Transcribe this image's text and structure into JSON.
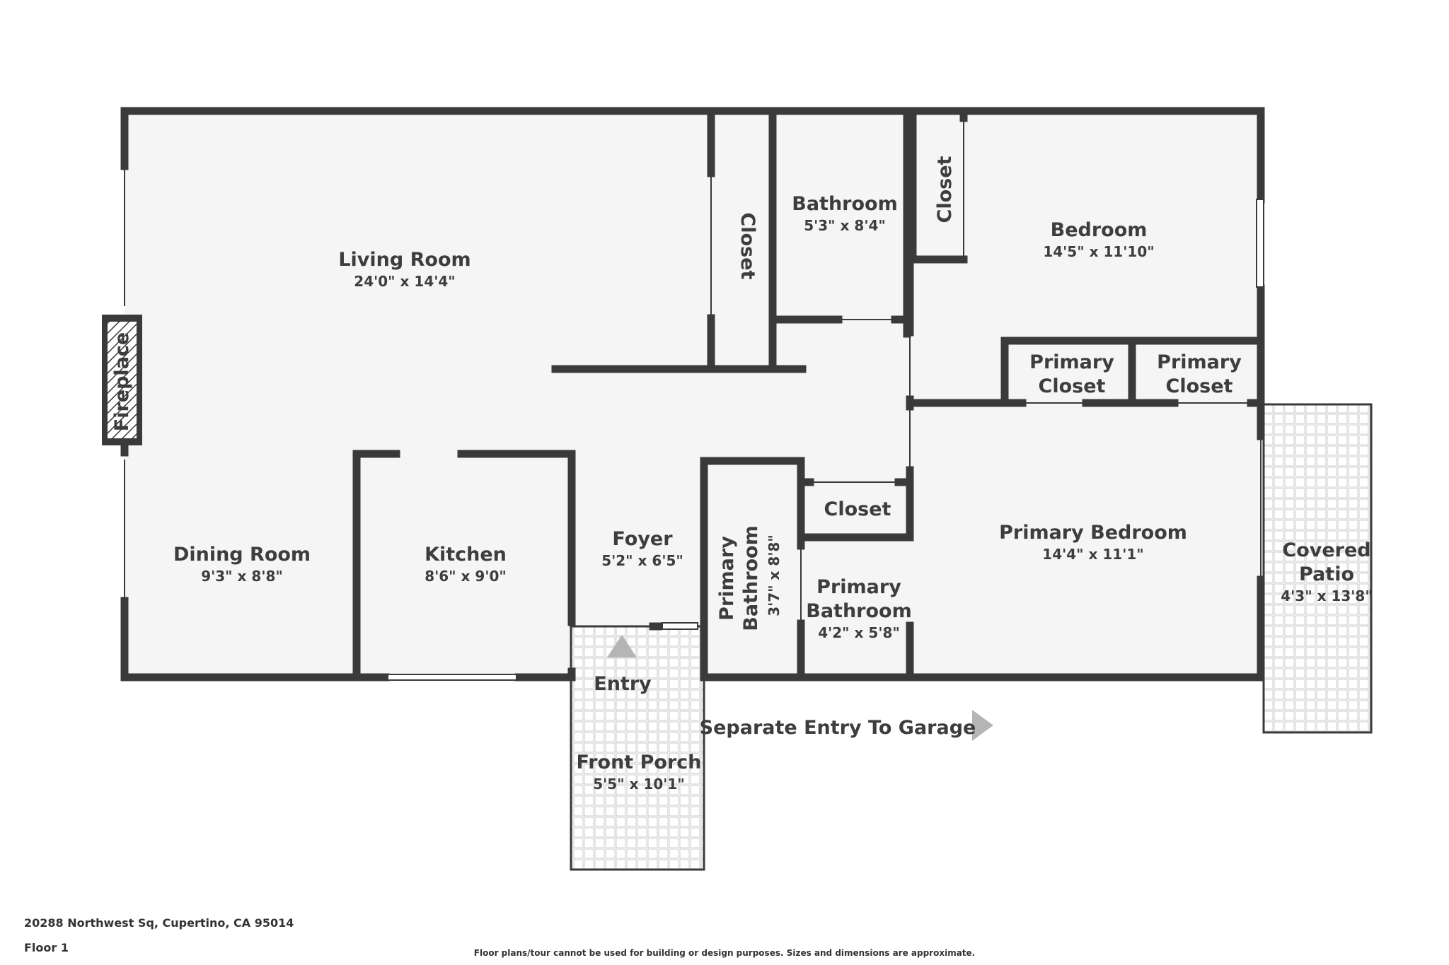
{
  "rooms": {
    "living_room": {
      "name": "Living Room",
      "dim": "24'0\" x 14'4\""
    },
    "closet_vertical_1": {
      "name": "Closet"
    },
    "bathroom": {
      "name": "Bathroom",
      "dim": "5'3\" x 8'4\""
    },
    "closet_vertical_2": {
      "name": "Closet"
    },
    "bedroom": {
      "name": "Bedroom",
      "dim": "14'5\" x 11'10\""
    },
    "primary_closet_1": {
      "line1": "Primary",
      "line2": "Closet"
    },
    "primary_closet_2": {
      "line1": "Primary",
      "line2": "Closet"
    },
    "fireplace": {
      "name": "Fireplace"
    },
    "dining_room": {
      "name": "Dining Room",
      "dim": "9'3\" x 8'8\""
    },
    "kitchen": {
      "name": "Kitchen",
      "dim": "8'6\" x 9'0\""
    },
    "foyer": {
      "name": "Foyer",
      "dim": "5'2\" x 6'5\""
    },
    "primary_bathroom_vertical": {
      "line1": "Primary",
      "line2": "Bathroom",
      "dim": "3'7\" x 8'8\""
    },
    "closet_small": {
      "name": "Closet"
    },
    "primary_bathroom": {
      "line1": "Primary",
      "line2": "Bathroom",
      "dim": "4'2\" x 5'8\""
    },
    "primary_bedroom": {
      "name": "Primary Bedroom",
      "dim": "14'4\" x 11'1\""
    },
    "covered_patio": {
      "line1": "Covered",
      "line2": "Patio",
      "dim": "4'3\" x 13'8\""
    },
    "front_porch": {
      "name": "Front Porch",
      "dim": "5'5\" x 10'1\""
    }
  },
  "labels": {
    "entry": "Entry",
    "garage_entry": "Separate Entry To Garage"
  },
  "footer": {
    "address": "20288 Northwest Sq, Cupertino, CA 95014",
    "floor": "Floor 1",
    "disclaimer": "Floor plans/tour cannot be used for building or design purposes. Sizes and dimensions are approximate."
  },
  "colors": {
    "wall": "#3a3a3a",
    "floor": "#f5f5f5",
    "marker": "#b5b5b5"
  }
}
